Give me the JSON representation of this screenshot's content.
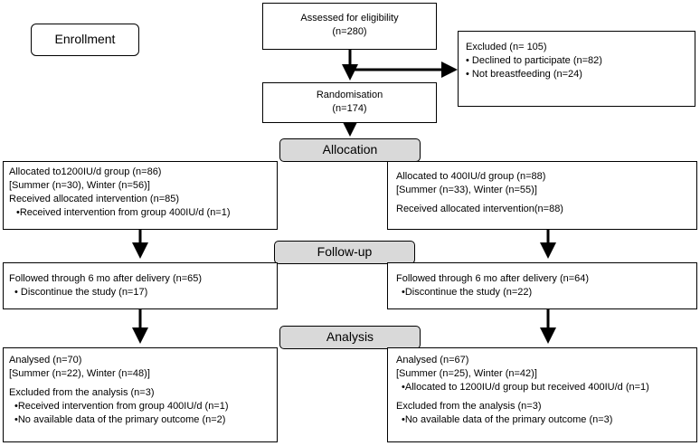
{
  "enrollment": {
    "label": "Enrollment"
  },
  "assessed": {
    "line1": "Assessed for eligibility",
    "line2": "(n=280)"
  },
  "excluded": {
    "title": "Excluded (n= 105)",
    "items": [
      "Declined to participate (n=82)",
      "Not breastfeeding (n=24)"
    ]
  },
  "randomisation": {
    "line1": "Randomisation",
    "line2": "(n=174)"
  },
  "stages": {
    "allocation": "Allocation",
    "followup": "Follow-up",
    "analysis": "Analysis"
  },
  "left": {
    "allocation": {
      "line1": "Allocated to1200IU/d group (n=86)",
      "line2": "[Summer (n=30), Winter (n=56)]",
      "line3": "Received allocated intervention (n=85)",
      "bullet1": "Received intervention from group 400IU/d (n=1)"
    },
    "followup": {
      "line1": "Followed through 6 mo after delivery (n=65)",
      "bullet1": "Discontinue the study (n=17)"
    },
    "analysis": {
      "line1": "Analysed (n=70)",
      "line2": "[Summer (n=22), Winter (n=48)]",
      "line3": "Excluded from the analysis (n=3)",
      "bullet1": "Received intervention from group 400IU/d (n=1)",
      "bullet2": "No available data of  the primary outcome (n=2)"
    }
  },
  "right": {
    "allocation": {
      "line1": "Allocated to 400IU/d group (n=88)",
      "line2": "[Summer (n=33), Winter (n=55)]",
      "line3": "Received allocated intervention(n=88)"
    },
    "followup": {
      "line1": "Followed through 6 mo after delivery (n=64)",
      "bullet1": "Discontinue the study (n=22)"
    },
    "analysis": {
      "line1": "Analysed (n=67)",
      "line2": "[Summer (n=25), Winter (n=42)]",
      "bullet1": "Allocated to 1200IU/d group but received  400IU/d (n=1)",
      "line3": "Excluded from the analysis (n=3)",
      "bullet2": "No available data of the primary outcome (n=3)"
    }
  }
}
